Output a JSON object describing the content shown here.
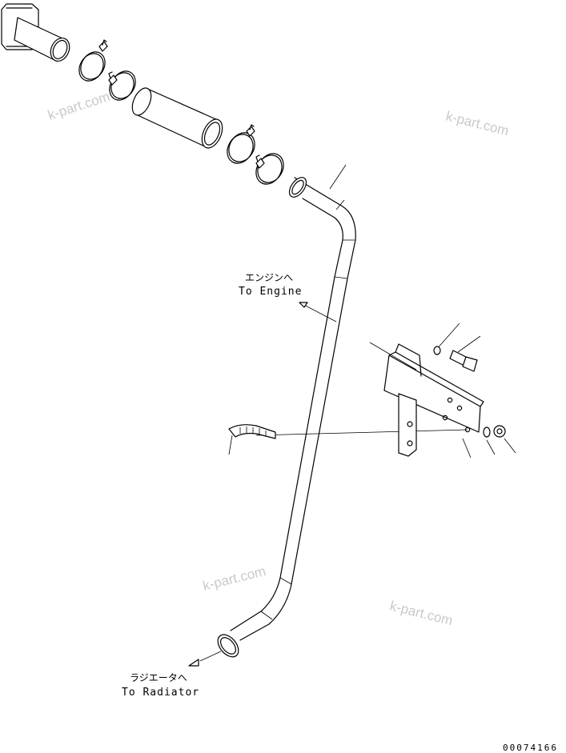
{
  "labels": {
    "engine_jp": "エンジンへ",
    "engine_en": "To Engine",
    "radiator_jp": "ラジエータへ",
    "radiator_en": "To Radiator"
  },
  "watermark": "k-part.com",
  "drawing_code": "00074166",
  "colors": {
    "line": "#000000",
    "watermark": "#c9c9c9",
    "background": "#ffffff"
  }
}
